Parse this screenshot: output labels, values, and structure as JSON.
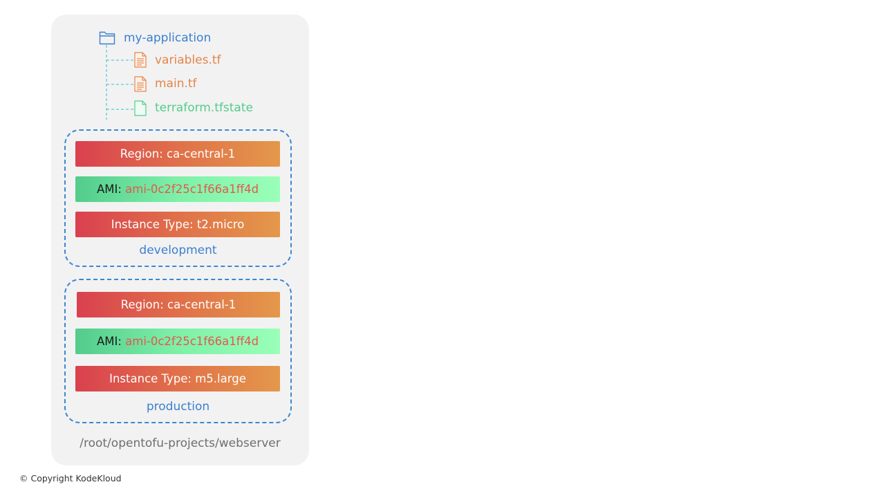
{
  "tree": {
    "root": {
      "label": "my-application",
      "icon": "folder-icon"
    },
    "files": [
      {
        "label": "variables.tf",
        "icon": "document-icon",
        "color": "#e3844a"
      },
      {
        "label": "main.tf",
        "icon": "document-icon",
        "color": "#e3844a"
      },
      {
        "label": "terraform.tfstate",
        "icon": "blank-file-icon",
        "color": "#52cc8c"
      }
    ]
  },
  "environments": [
    {
      "name": "development",
      "region": "Region: ca-central-1",
      "ami_label": "AMI: ",
      "ami_value": "ami-0c2f25c1f66a1ff4d",
      "instance_type": "Instance Type: t2.micro"
    },
    {
      "name": "production",
      "region": "Region: ca-central-1",
      "ami_label": "AMI: ",
      "ami_value": "ami-0c2f25c1f66a1ff4d",
      "instance_type": "Instance Type: m5.large"
    }
  ],
  "path": "/root/opentofu-projects/webserver",
  "copyright": "© Copyright KodeKloud",
  "colors": {
    "accent_blue": "#3a7fd0",
    "panel_bg": "#f2f2f2",
    "tree_line": "#5ec8d8",
    "orange_start": "#d9404f",
    "orange_end": "#e4984a",
    "green_start": "#52cc8c",
    "green_end": "#9affb8",
    "ami_value": "#e2594e"
  }
}
